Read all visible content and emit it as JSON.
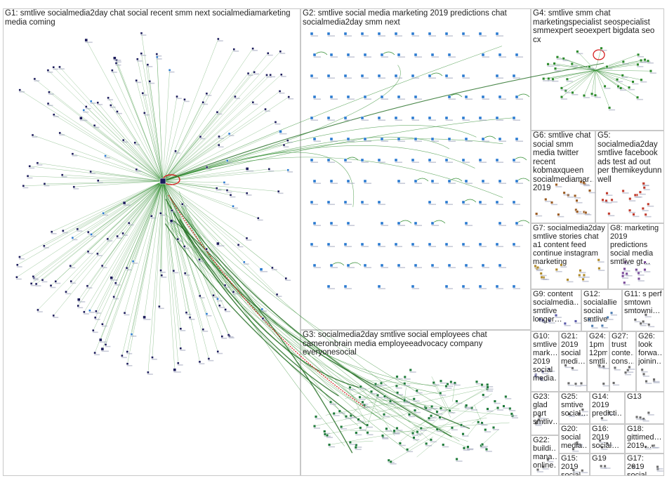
{
  "groups": [
    {
      "id": "G1",
      "label": "G1: smtlive socialmedia2day chat social recent smm next socialmediamarketing media coming",
      "color": "#1a1a6e"
    },
    {
      "id": "G2",
      "label": "G2: smtlive social media marketing 2019 predictions chat socialmedia2day smm next",
      "color": "#1f6fb5"
    },
    {
      "id": "G3",
      "label": "G3: socialmedia2day smtlive social employees chat cameronbrain media employeeadvocacy company everyonesocial",
      "color": "#0f4f2a"
    },
    {
      "id": "G4",
      "label": "G4: smtlive smm chat marketingspecialist seospecialist smmexpert seoexpert bigdata seo cx",
      "color": "#2a8a2a"
    },
    {
      "id": "G6",
      "label": "G6: smtlive chat social smm media twitter recent kobmaxqueen socialmediamar… 2019",
      "color": "#9a5a20"
    },
    {
      "id": "G5",
      "label": "G5: socialmedia2day smtlive facebook ads test ad out per themikeydunn well",
      "color": "#c0392b"
    },
    {
      "id": "G7",
      "label": "G7: socialmedia2day smtlive stories chat a1 content feed continue instagram marketing",
      "color": "#b08a2a"
    },
    {
      "id": "G8",
      "label": "G8: marketing 2019 predictions social media smtlive gt…",
      "color": "#7a4a9a"
    },
    {
      "id": "G9",
      "label": "G9: content socialmedia… smtlive longer…",
      "color": "#5a5aaa"
    },
    {
      "id": "G12",
      "label": "G12: socialallie social smtlive",
      "color": "#4a7ab0"
    },
    {
      "id": "G11",
      "label": "G11: s perf smtown smtowni…",
      "color": "#6a6a6a"
    },
    {
      "id": "G10",
      "label": "G10: smtlive mark… 2019 social media…",
      "color": "#6a6a9a"
    },
    {
      "id": "G21",
      "label": "G21: 2019 social medi…",
      "color": "#6a6a6a"
    },
    {
      "id": "G24",
      "label": "G24: 1pm 12pm smtli…",
      "color": "#6a6a6a"
    },
    {
      "id": "G27",
      "label": "G27: trust conte… cons…",
      "color": "#6a6a6a"
    },
    {
      "id": "G26",
      "label": "G26: look forwa… joinin…",
      "color": "#6a6a6a"
    },
    {
      "id": "G25",
      "label": "G25: smtive social…",
      "color": "#6a6a6a"
    },
    {
      "id": "G14",
      "label": "G14: 2019 predicti…",
      "color": "#6a6a6a"
    },
    {
      "id": "G13",
      "label": "G13",
      "color": "#6a6a6a"
    },
    {
      "id": "G23",
      "label": "G23: glad part smtliv…",
      "color": "#6a6a6a"
    },
    {
      "id": "G20",
      "label": "G20: social media…",
      "color": "#6a6a6a"
    },
    {
      "id": "G16",
      "label": "G16: 2019 social…",
      "color": "#6a6a6a"
    },
    {
      "id": "G18",
      "label": "G18: gittimed… 2019…",
      "color": "#6a6a6a"
    },
    {
      "id": "G22",
      "label": "G22: buildi… mana… online…",
      "color": "#6a6a6a"
    },
    {
      "id": "G15",
      "label": "G15: 2019 social…",
      "color": "#6a6a6a"
    },
    {
      "id": "G19",
      "label": "G19",
      "color": "#6a6a6a"
    },
    {
      "id": "G17",
      "label": "G17: 2019 social…",
      "color": "#6a6a6a"
    }
  ],
  "colors": {
    "edge": "#2e8b2e",
    "edge_strong": "#1e6a1e",
    "edge_red": "#d62020",
    "node_dark": "#1a1a5a",
    "node_blue": "#2a7ad0",
    "node_green": "#1e7a3a",
    "panel_border": "#c8c8c8"
  }
}
